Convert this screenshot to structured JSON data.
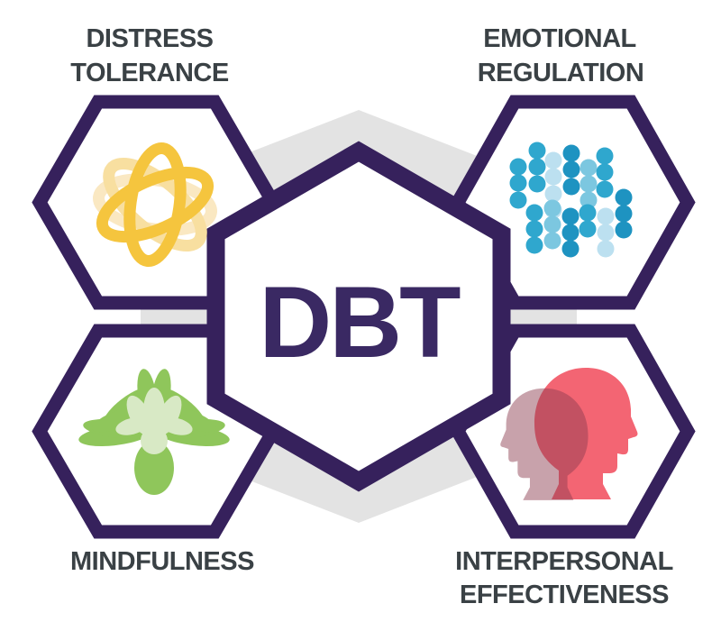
{
  "title": "DBT infographic diagram",
  "colors": {
    "purple": "#36215C",
    "titlePurple": "#3A2963",
    "labelGray": "#3A4145",
    "bandGray": "#E3E3E3",
    "white": "#FFFFFF",
    "atomGold": "#F5C53E",
    "atomPale": "#F8DFA0",
    "atomFaint": "#FAE8C2",
    "dotDark": "#1E93C1",
    "dotMed": "#2FA7CE",
    "dotLight": "#7CC7E0",
    "dotPale": "#BCE0F0",
    "green": "#8FC65B",
    "greenPale": "#D8E9C5",
    "coral": "#F36573",
    "mauve": "#8C3C50"
  },
  "center": {
    "label": "DBT"
  },
  "modules": {
    "distress_tolerance": {
      "line1": "DISTRESS",
      "line2": "TOLERANCE",
      "icon": "atom-icon"
    },
    "emotional_regulation": {
      "line1": "EMOTIONAL",
      "line2": "REGULATION",
      "icon": "dots-cluster-icon",
      "dot_radius": 9.5,
      "dots": [
        [
          575,
          185,
          "dotMed"
        ],
        [
          575,
          203,
          "dotMed"
        ],
        [
          575,
          222,
          "dotMed"
        ],
        [
          596,
          167,
          "dotMed"
        ],
        [
          596,
          185,
          "dotMed"
        ],
        [
          596,
          204,
          "dotMed"
        ],
        [
          614,
          178,
          "dotPale"
        ],
        [
          614,
          196,
          "dotPale"
        ],
        [
          614,
          215,
          "dotPale"
        ],
        [
          614,
          233,
          "dotPale"
        ],
        [
          634,
          170,
          "dotDark"
        ],
        [
          634,
          188,
          "dotDark"
        ],
        [
          634,
          207,
          "dotDark"
        ],
        [
          653,
          186,
          "dotLight"
        ],
        [
          653,
          204,
          "dotLight"
        ],
        [
          653,
          222,
          "dotLight"
        ],
        [
          671,
          173,
          "dotMed"
        ],
        [
          671,
          191,
          "dotMed"
        ],
        [
          671,
          210,
          "dotMed"
        ],
        [
          593,
          236,
          "dotMed"
        ],
        [
          593,
          254,
          "dotMed"
        ],
        [
          593,
          272,
          "dotMed"
        ],
        [
          613,
          231,
          "dotLight"
        ],
        [
          613,
          249,
          "dotLight"
        ],
        [
          613,
          267,
          "dotLight"
        ],
        [
          633,
          240,
          "dotDark"
        ],
        [
          633,
          258,
          "dotDark"
        ],
        [
          633,
          276,
          "dotDark"
        ],
        [
          652,
          236,
          "dotMed"
        ],
        [
          652,
          254,
          "dotMed"
        ],
        [
          672,
          240,
          "dotPale"
        ],
        [
          672,
          258,
          "dotPale"
        ],
        [
          672,
          276,
          "dotPale"
        ],
        [
          692,
          219,
          "dotDark"
        ],
        [
          692,
          237,
          "dotDark"
        ],
        [
          692,
          255,
          "dotDark"
        ]
      ]
    },
    "mindfulness": {
      "line1": "MINDFULNESS",
      "icon": "lotus-icon"
    },
    "interpersonal_effectiveness": {
      "line1": "INTERPERSONAL",
      "line2": "EFFECTIVENESS",
      "icon": "two-heads-icon"
    }
  }
}
